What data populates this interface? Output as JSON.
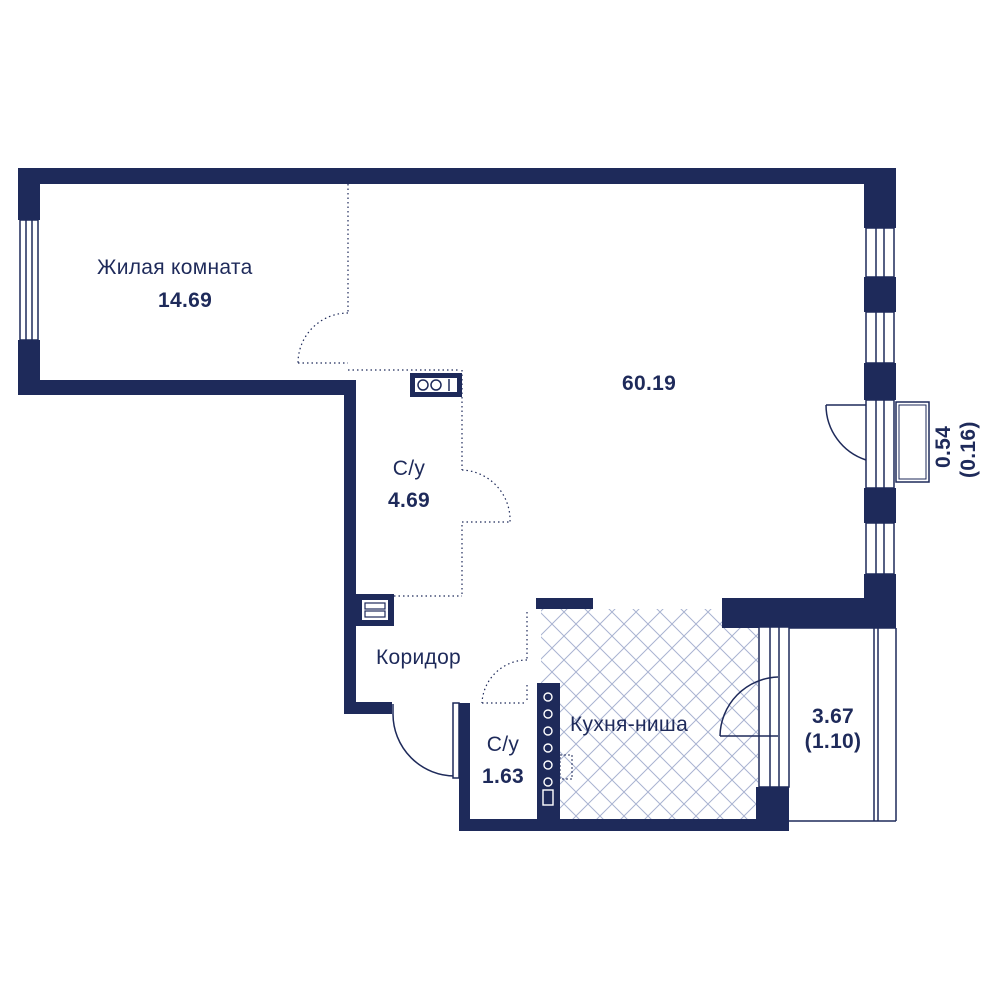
{
  "colors": {
    "wall": "#1e2a5a",
    "line": "#1e2a5a",
    "hatch": "#a9b3d1",
    "background": "#ffffff"
  },
  "rooms": {
    "living": {
      "name": "Жилая комната",
      "area": "14.69"
    },
    "main": {
      "area": "60.19"
    },
    "bath1": {
      "name": "С/у",
      "area": "4.69"
    },
    "corridor": {
      "name": "Коридор"
    },
    "bath2": {
      "name": "С/у",
      "area": "1.63"
    },
    "kitchen": {
      "name": "Кухня-ниша"
    },
    "balcony": {
      "area": "3.67",
      "area_reduced": "(1.10)"
    },
    "french_balcony": {
      "area": "0.54",
      "area_reduced": "(0.16)"
    }
  }
}
